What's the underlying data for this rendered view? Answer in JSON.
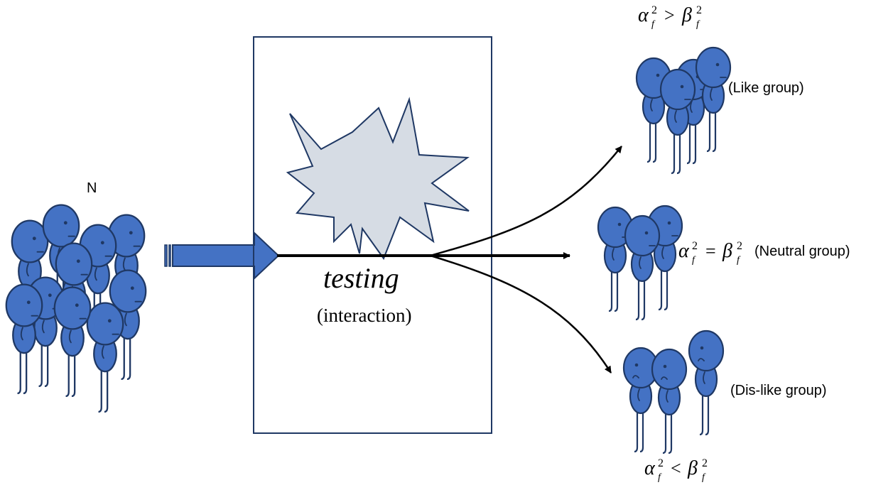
{
  "diagram": {
    "population_label": "N",
    "process_label": "testing",
    "process_sublabel": "(interaction)",
    "groups": [
      {
        "id": "like",
        "label": "(Like group)",
        "condition": {
          "lhs": "α",
          "op": ">",
          "rhs": "β",
          "sub": "f",
          "sup": "2"
        }
      },
      {
        "id": "neutral",
        "label": "(Neutral group)",
        "condition": {
          "lhs": "α",
          "op": "=",
          "rhs": "β",
          "sub": "f",
          "sup": "2"
        }
      },
      {
        "id": "dislike",
        "label": "(Dis-like group)",
        "condition": {
          "lhs": "α",
          "op": "<",
          "rhs": "β",
          "sub": "f",
          "sup": "2"
        }
      }
    ],
    "colors": {
      "person_fill": "#4472c4",
      "person_outline": "#1f3864",
      "burst_fill": "#d6dce4",
      "arrow": "#000000"
    }
  }
}
